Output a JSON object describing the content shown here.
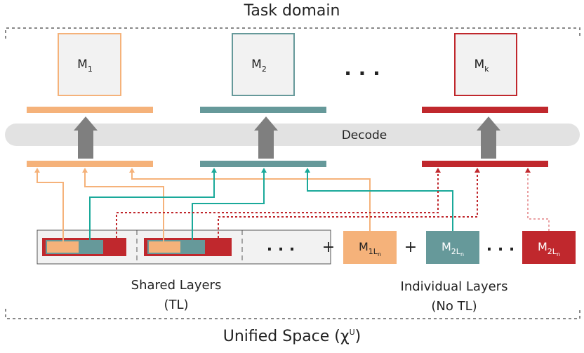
{
  "top_label": "Task domain",
  "bottom_label": "Unified Space (χ",
  "bottom_label_sup": "U",
  "bottom_label_close": ")",
  "decode_label": "Decode",
  "models": [
    {
      "base": "M",
      "sub": "1"
    },
    {
      "base": "M",
      "sub": "2"
    },
    {
      "base": "M",
      "sub": "k"
    }
  ],
  "top_ellipsis": ". . .",
  "shared_ellipsis": ". . .",
  "individual_ellipsis": ". . .",
  "plus_1": "+",
  "plus_2": "+",
  "individual_layers": [
    {
      "base": "M",
      "sub": "1L",
      "subsub": "n"
    },
    {
      "base": "M",
      "sub": "2L",
      "subsub": "n"
    },
    {
      "base": "M",
      "sub": "2L",
      "subsub": "n"
    }
  ],
  "shared_label": {
    "line1": "Shared Layers",
    "line2": "(TL)"
  },
  "individual_label": {
    "line1": "Individual Layers",
    "line2": "(No TL)"
  },
  "colors": {
    "orange": "#f5b27a",
    "teal": "#66999a",
    "red": "#c0282d",
    "dashed_border": "#888888",
    "decode_band": "#e2e2e2",
    "arrow": "#7f7f7f",
    "link_teal": "#1aa99a"
  }
}
